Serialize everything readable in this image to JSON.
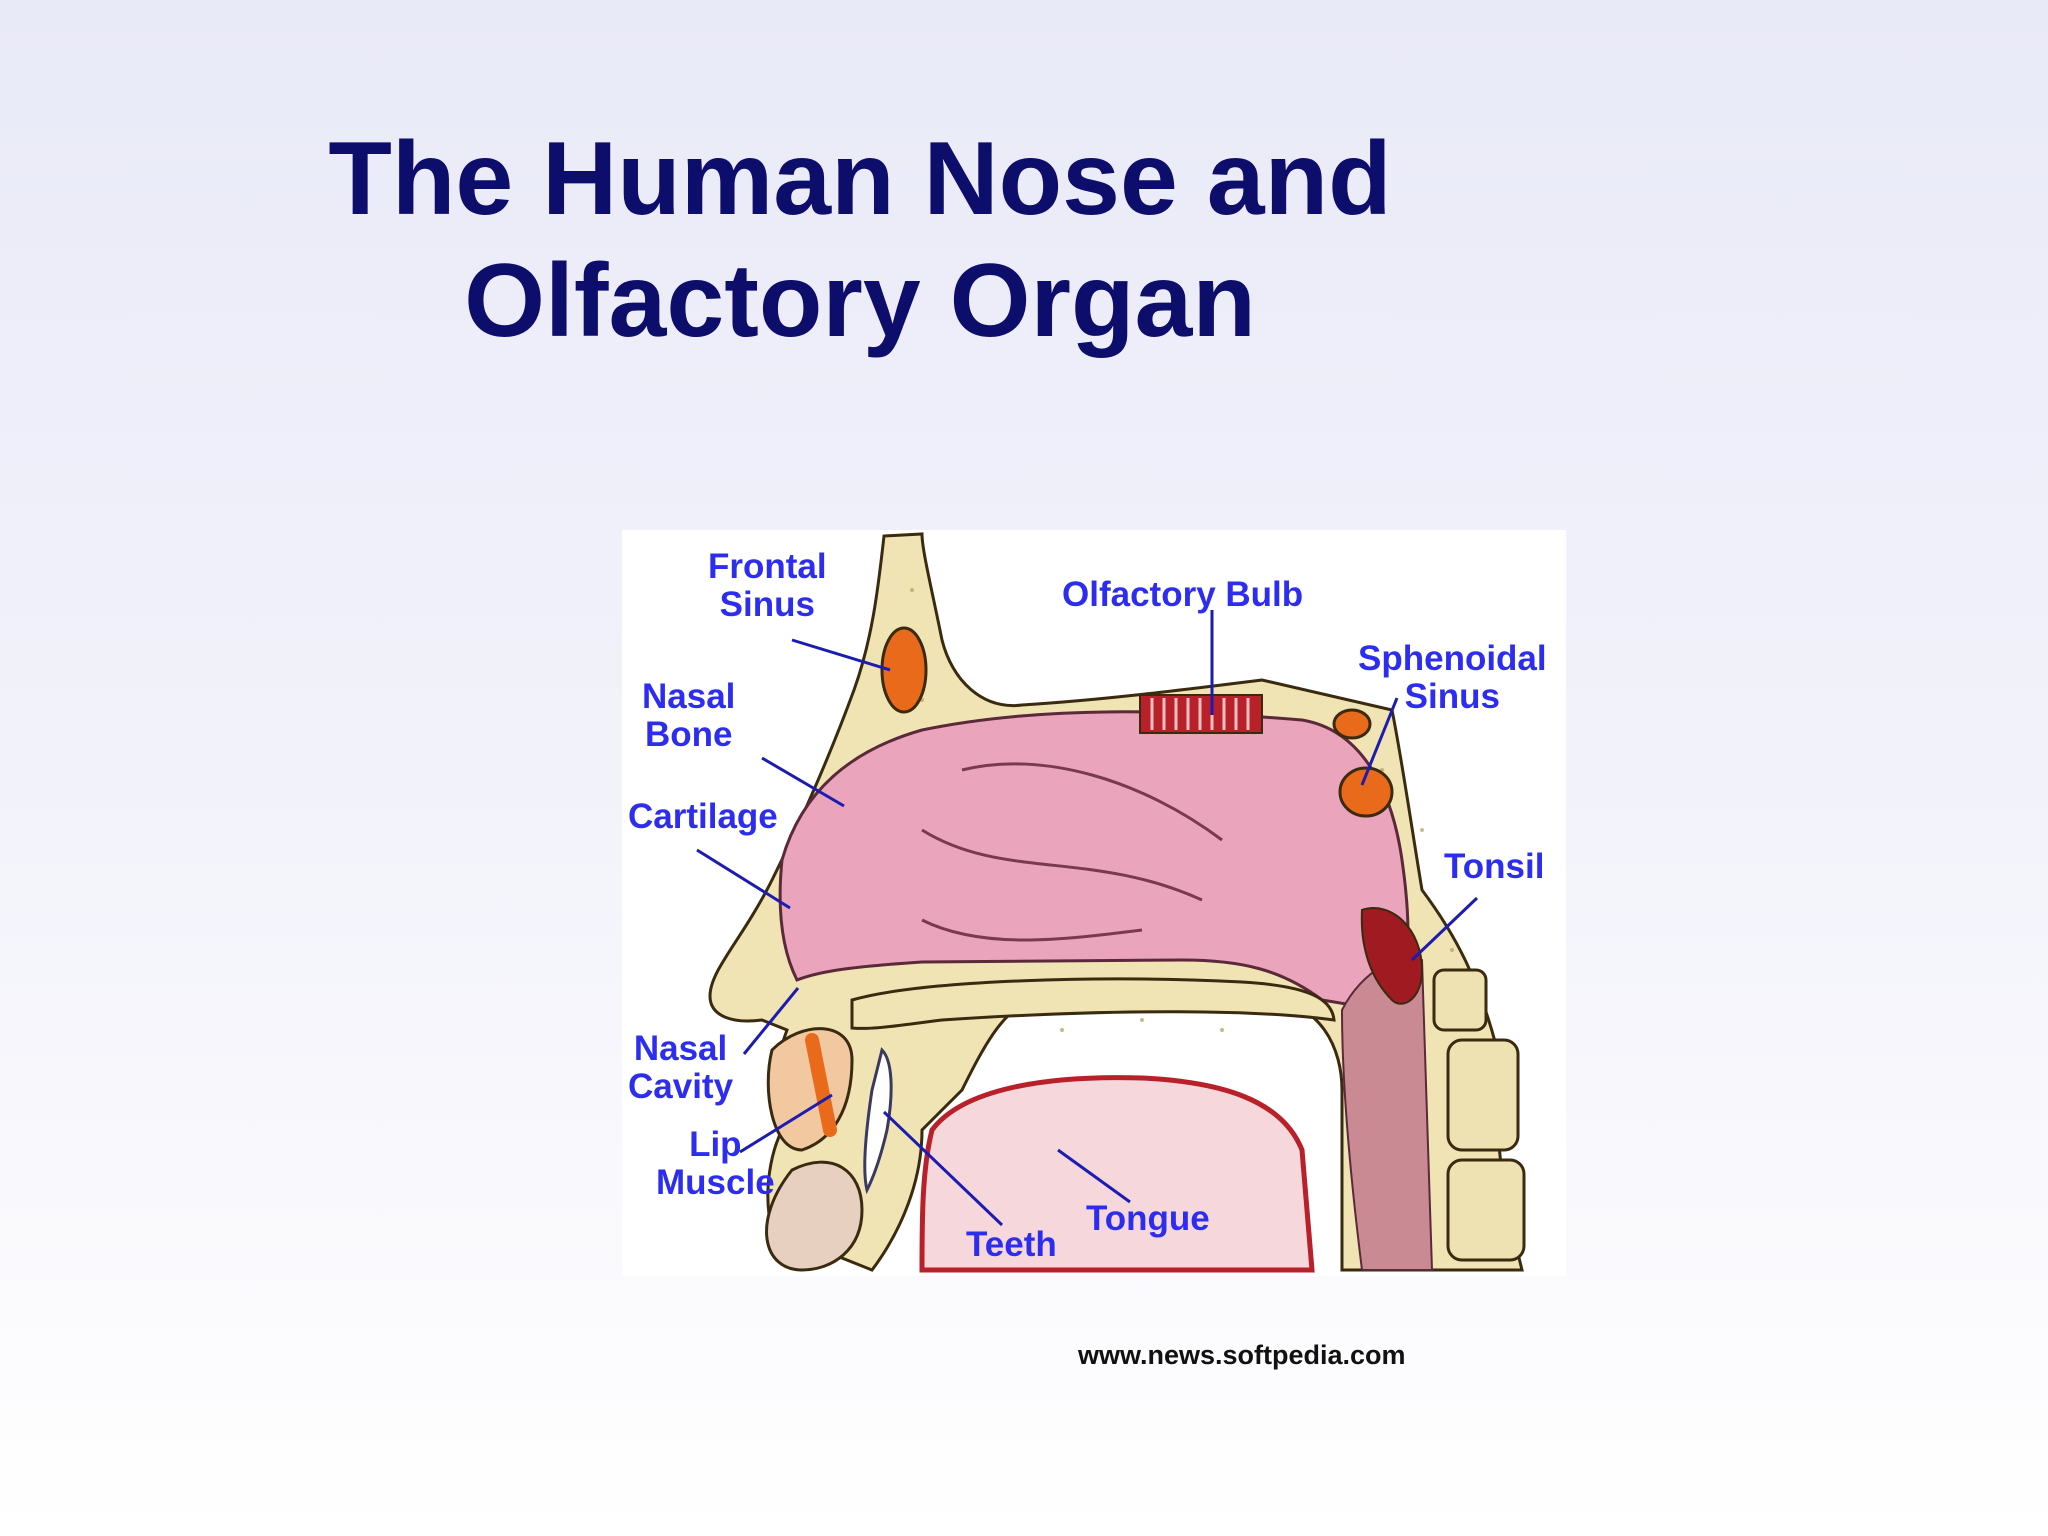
{
  "slide": {
    "title_line1": "The Human Nose and",
    "title_line2": "Olfactory Organ",
    "credit": "www.news.softpedia.com"
  },
  "diagram": {
    "labels": {
      "frontal_sinus": [
        "Frontal",
        "Sinus"
      ],
      "olfactory_bulb": "Olfactory Bulb",
      "sphenoidal_sinus": [
        "Sphenoidal",
        "Sinus"
      ],
      "nasal_bone": [
        "Nasal",
        "Bone"
      ],
      "cartilage": "Cartilage",
      "tonsil": "Tonsil",
      "nasal_cavity": [
        "Nasal",
        "Cavity"
      ],
      "lip_muscle": [
        "Lip",
        "Muscle"
      ],
      "teeth": "Teeth",
      "tongue": "Tongue"
    }
  },
  "colors": {
    "title": "#0d0d6b",
    "label": "#2d2df0",
    "leader_line": "#1c1cb0",
    "bone": "#f1e4b4",
    "cavity": "#eaa4bc",
    "sinus": "#e86a1a",
    "olfactory_bulb": "#b8202a"
  }
}
